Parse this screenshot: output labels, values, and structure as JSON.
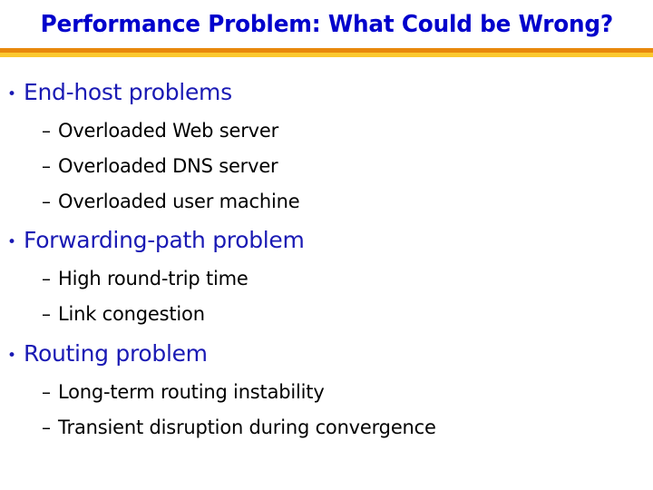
{
  "slide": {
    "title": "Performance Problem: What Could be Wrong?",
    "title_color": "#0000CC",
    "background_color": "#FFFFFF",
    "divider": {
      "top_color": "#E8880C",
      "bottom_color": "#FBC82E"
    },
    "bullet_color": "#1A1AB4",
    "subbullet_color": "#000000",
    "bullet_glyph": "•",
    "dash_glyph": "–",
    "groups": [
      {
        "heading": "End-host problems",
        "items": [
          "Overloaded Web server",
          "Overloaded DNS server",
          "Overloaded user machine"
        ]
      },
      {
        "heading": "Forwarding-path problem",
        "items": [
          "High round-trip time",
          "Link congestion"
        ]
      },
      {
        "heading": "Routing problem",
        "items": [
          "Long-term routing instability",
          "Transient disruption during convergence"
        ]
      }
    ]
  }
}
